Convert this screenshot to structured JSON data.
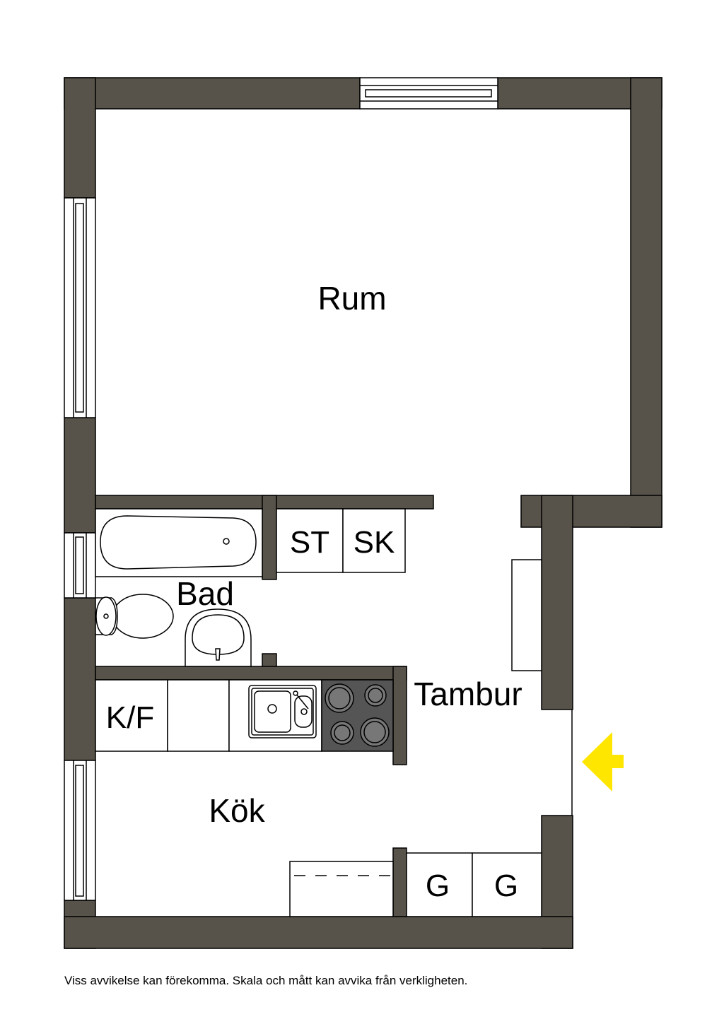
{
  "rooms": {
    "rum": "Rum",
    "bad": "Bad",
    "tambur": "Tambur",
    "kok": "Kök"
  },
  "fixtures": {
    "st": "ST",
    "sk": "SK",
    "kf": "K/F",
    "g1": "G",
    "g2": "G"
  },
  "disclaimer": "Viss avvikelse kan förekomma. Skala och mått kan avvika från verkligheten.",
  "colors": {
    "wall": "#57534a",
    "stove": "#555555",
    "entrance_arrow": "#ffe600"
  },
  "icons": {
    "entrance": "entrance-arrow-icon"
  }
}
